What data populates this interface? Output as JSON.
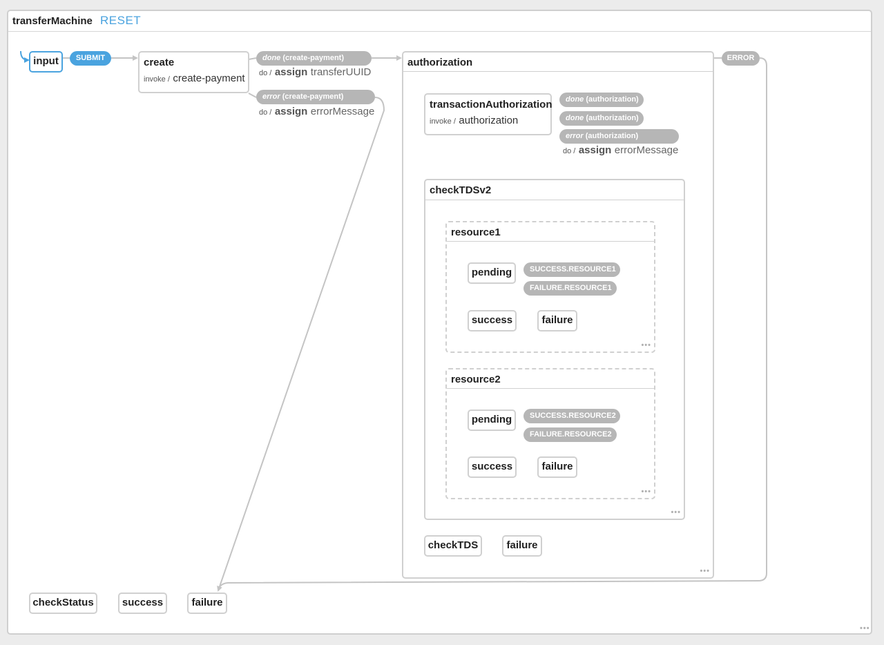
{
  "machine": {
    "title": "transferMachine",
    "reset_label": "RESET"
  },
  "states": {
    "input": "input",
    "create": {
      "title": "create",
      "invoke_key": "invoke /",
      "invoke_src": "create-payment"
    },
    "authorization": {
      "title": "authorization"
    },
    "transactionAuthorization": {
      "title": "transactionAuthorization",
      "invoke_key": "invoke /",
      "invoke_src": "authorization"
    },
    "checkTDSv2": {
      "title": "checkTDSv2"
    },
    "resource1": {
      "title": "resource1",
      "pending": "pending",
      "success": "success",
      "failure": "failure"
    },
    "resource2": {
      "title": "resource2",
      "pending": "pending",
      "success": "success",
      "failure": "failure"
    },
    "checkTDS": "checkTDS",
    "auth_failure": "failure",
    "checkStatus": "checkStatus",
    "success": "success",
    "failure": "failure"
  },
  "transitions": {
    "submit": "SUBMIT",
    "error": "ERROR",
    "create_done": {
      "kind": "done",
      "event": "(create-payment)",
      "do": "do /",
      "assign": "assign",
      "target": "transferUUID"
    },
    "create_error": {
      "kind": "error",
      "event": "(create-payment)",
      "do": "do /",
      "assign": "assign",
      "target": "errorMessage"
    },
    "auth_done_1": {
      "kind": "done",
      "event": "(authorization)"
    },
    "auth_done_2": {
      "kind": "done",
      "event": "(authorization)"
    },
    "auth_error": {
      "kind": "error",
      "event": "(authorization)",
      "do": "do /",
      "assign": "assign",
      "target": "errorMessage"
    },
    "success_r1": "SUCCESS.RESOURCE1",
    "failure_r1": "FAILURE.RESOURCE1",
    "success_r2": "SUCCESS.RESOURCE2",
    "failure_r2": "FAILURE.RESOURCE2"
  },
  "more_glyph": "•••",
  "colors": {
    "accent": "#4aa3df",
    "pill": "#b6b6b6",
    "border": "#d0d0d0",
    "edge": "#c4c4c4"
  }
}
